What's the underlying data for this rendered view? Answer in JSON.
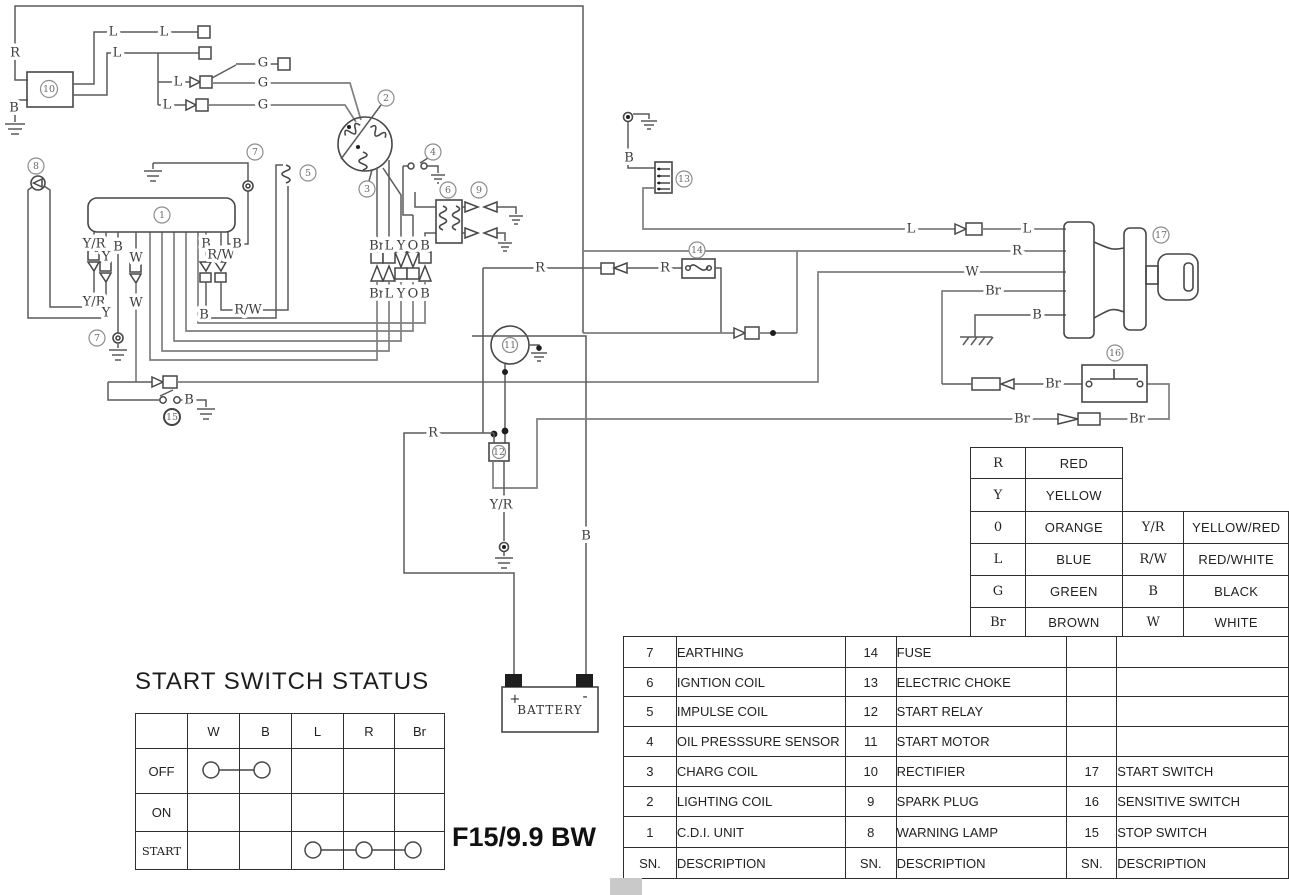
{
  "model": "F15/9.9 BW",
  "status_table": {
    "title": "START SWITCH STATUS",
    "columns": [
      "",
      "W",
      "B",
      "L",
      "R",
      "Br"
    ],
    "rows": [
      {
        "label": "OFF",
        "connected": [
          "W",
          "B"
        ]
      },
      {
        "label": "ON",
        "connected": []
      },
      {
        "label": "START",
        "connected": [
          "L",
          "R",
          "Br"
        ]
      }
    ]
  },
  "battery": {
    "plus": "+",
    "minus": "-",
    "label": "BATTERY"
  },
  "color_legend": {
    "left": [
      [
        "R",
        "RED"
      ],
      [
        "Y",
        "YELLOW"
      ],
      [
        "0",
        "ORANGE"
      ],
      [
        "L",
        "BLUE"
      ],
      [
        "G",
        "GREEN"
      ],
      [
        "Br",
        "BROWN"
      ]
    ],
    "right": [
      [
        "Y/R",
        "YELLOW/RED"
      ],
      [
        "R/W",
        "RED/WHITE"
      ],
      [
        "B",
        "BLACK"
      ],
      [
        "W",
        "WHITE"
      ]
    ]
  },
  "components": {
    "sn_header": "SN.",
    "desc_header": "DESCRIPTION",
    "col1": [
      [
        "7",
        "EARTHING"
      ],
      [
        "6",
        "IGNTION COIL"
      ],
      [
        "5",
        "IMPULSE COIL"
      ],
      [
        "4",
        "OIL PRESSSURE SENSOR"
      ],
      [
        "3",
        "CHARG COIL"
      ],
      [
        "2",
        "LIGHTING COIL"
      ],
      [
        "1",
        "C.D.I. UNIT"
      ]
    ],
    "col2": [
      [
        "14",
        "FUSE"
      ],
      [
        "13",
        "ELECTRIC CHOKE"
      ],
      [
        "12",
        "START RELAY"
      ],
      [
        "11",
        "START MOTOR"
      ],
      [
        "10",
        "RECTIFIER"
      ],
      [
        "9",
        "SPARK PLUG"
      ],
      [
        "8",
        "WARNING LAMP"
      ]
    ],
    "col3": [
      [
        "",
        ""
      ],
      [
        "",
        ""
      ],
      [
        "",
        ""
      ],
      [
        "",
        ""
      ],
      [
        "17",
        "START SWITCH"
      ],
      [
        "16",
        "SENSITIVE SWITCH"
      ],
      [
        "15",
        "STOP SWITCH"
      ]
    ]
  },
  "diagram": {
    "wire_labels": [
      "R",
      "B",
      "L",
      "L",
      "L",
      "L",
      "L",
      "G",
      "G",
      "G",
      "Y/R",
      "Y",
      "B",
      "W",
      "B",
      "R/W",
      "B",
      "Y/R",
      "Y",
      "W",
      "B",
      "R/W",
      "Br",
      "L",
      "Y",
      "O",
      "B",
      "Br",
      "L",
      "Y",
      "O",
      "B",
      "R",
      "R",
      "B",
      "L",
      "L",
      "R",
      "W",
      "Br",
      "B",
      "Br",
      "Br",
      "Br",
      "R",
      "Y/R",
      "B",
      "B"
    ],
    "part_numbers": [
      "1",
      "2",
      "3",
      "4",
      "5",
      "6",
      "7",
      "8",
      "9",
      "10",
      "11",
      "12",
      "13",
      "14",
      "15",
      "16",
      "17",
      "7"
    ]
  }
}
